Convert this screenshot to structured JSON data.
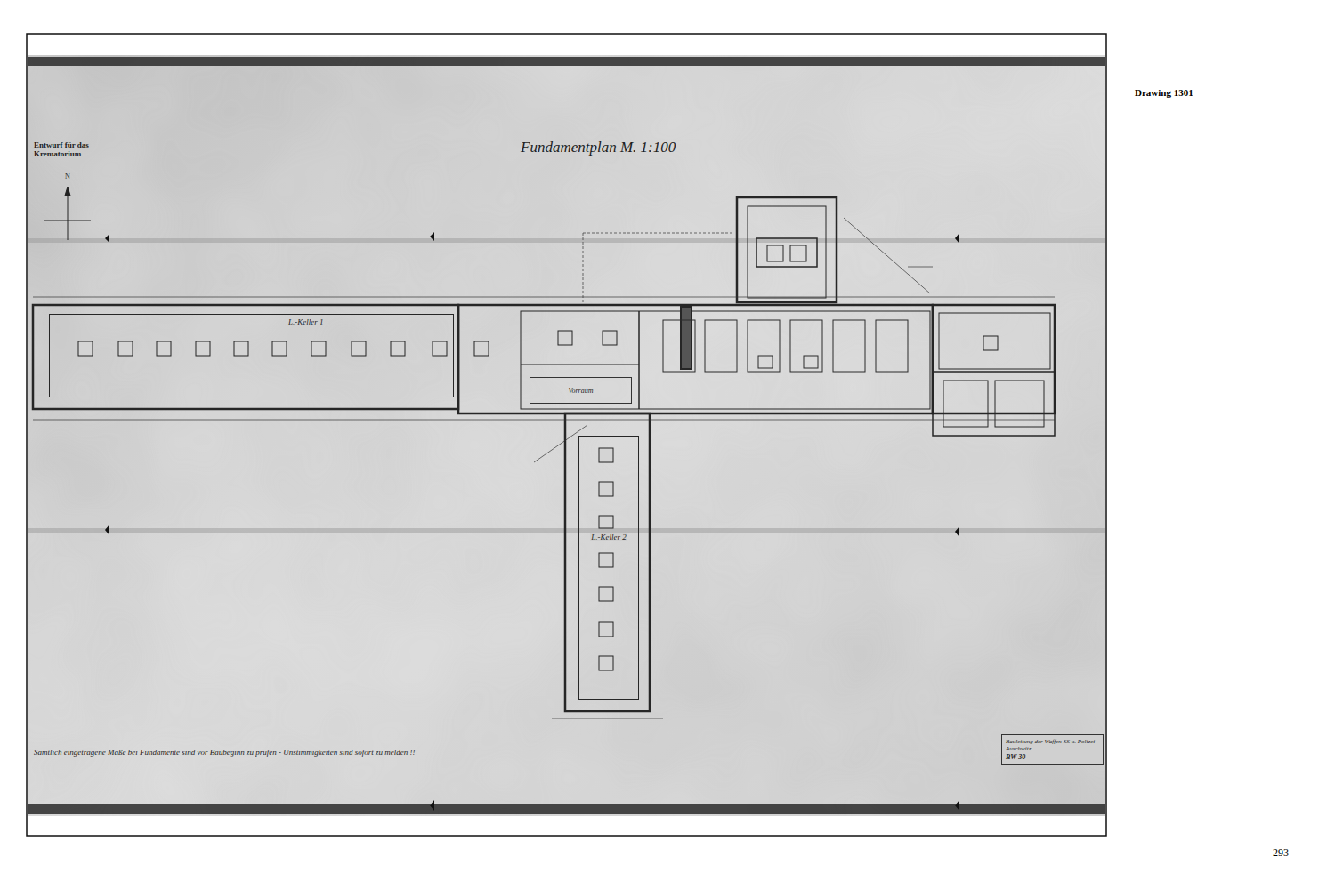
{
  "diagram": {
    "title": "Fundamentplan M. 1:100",
    "nodes": [
      {
        "text": [
          "L.-Keller 1"
        ]
      },
      {
        "text": [
          "Vorraum"
        ]
      },
      {
        "text": [
          "L.-Keller 2"
        ]
      },
      {
        "text": [
          "Bauleitung der Waffen-SS u. Polizei Auschwitz",
          "BW 30"
        ]
      }
    ],
    "labels": [
      "Entwurf für das Krematorium",
      "N",
      "Sämtlich eingetragene Maße bei Fundamente sind vor Baubeginn zu prüfen - Unstimmigkeiten sind sofort zu melden !!",
      "Drawing 1301",
      "293"
    ]
  }
}
